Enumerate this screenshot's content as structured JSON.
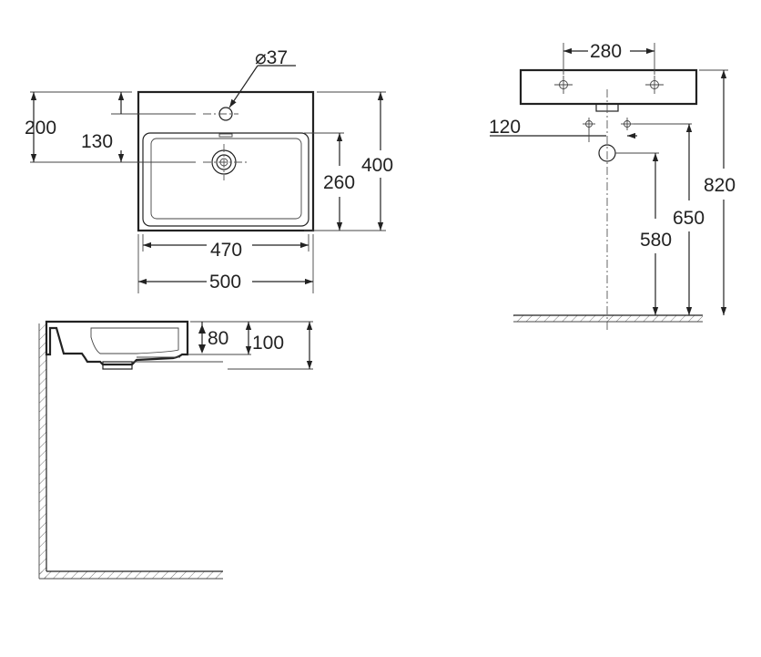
{
  "top_view": {
    "tap_hole_diameter": "⌀37",
    "tap_to_back_distance": "130",
    "drain_to_back_distance": "200",
    "inner_basin_width": "470",
    "overall_width": "500",
    "inner_basin_depth": "260",
    "overall_depth": "400"
  },
  "side_view": {
    "basin_inner_depth": "80",
    "basin_overall_height": "100"
  },
  "front_view": {
    "fixing_hole_spacing": "280",
    "waste_offset": "120",
    "drain_height": "580",
    "waste_height": "650",
    "rim_height": "820"
  }
}
